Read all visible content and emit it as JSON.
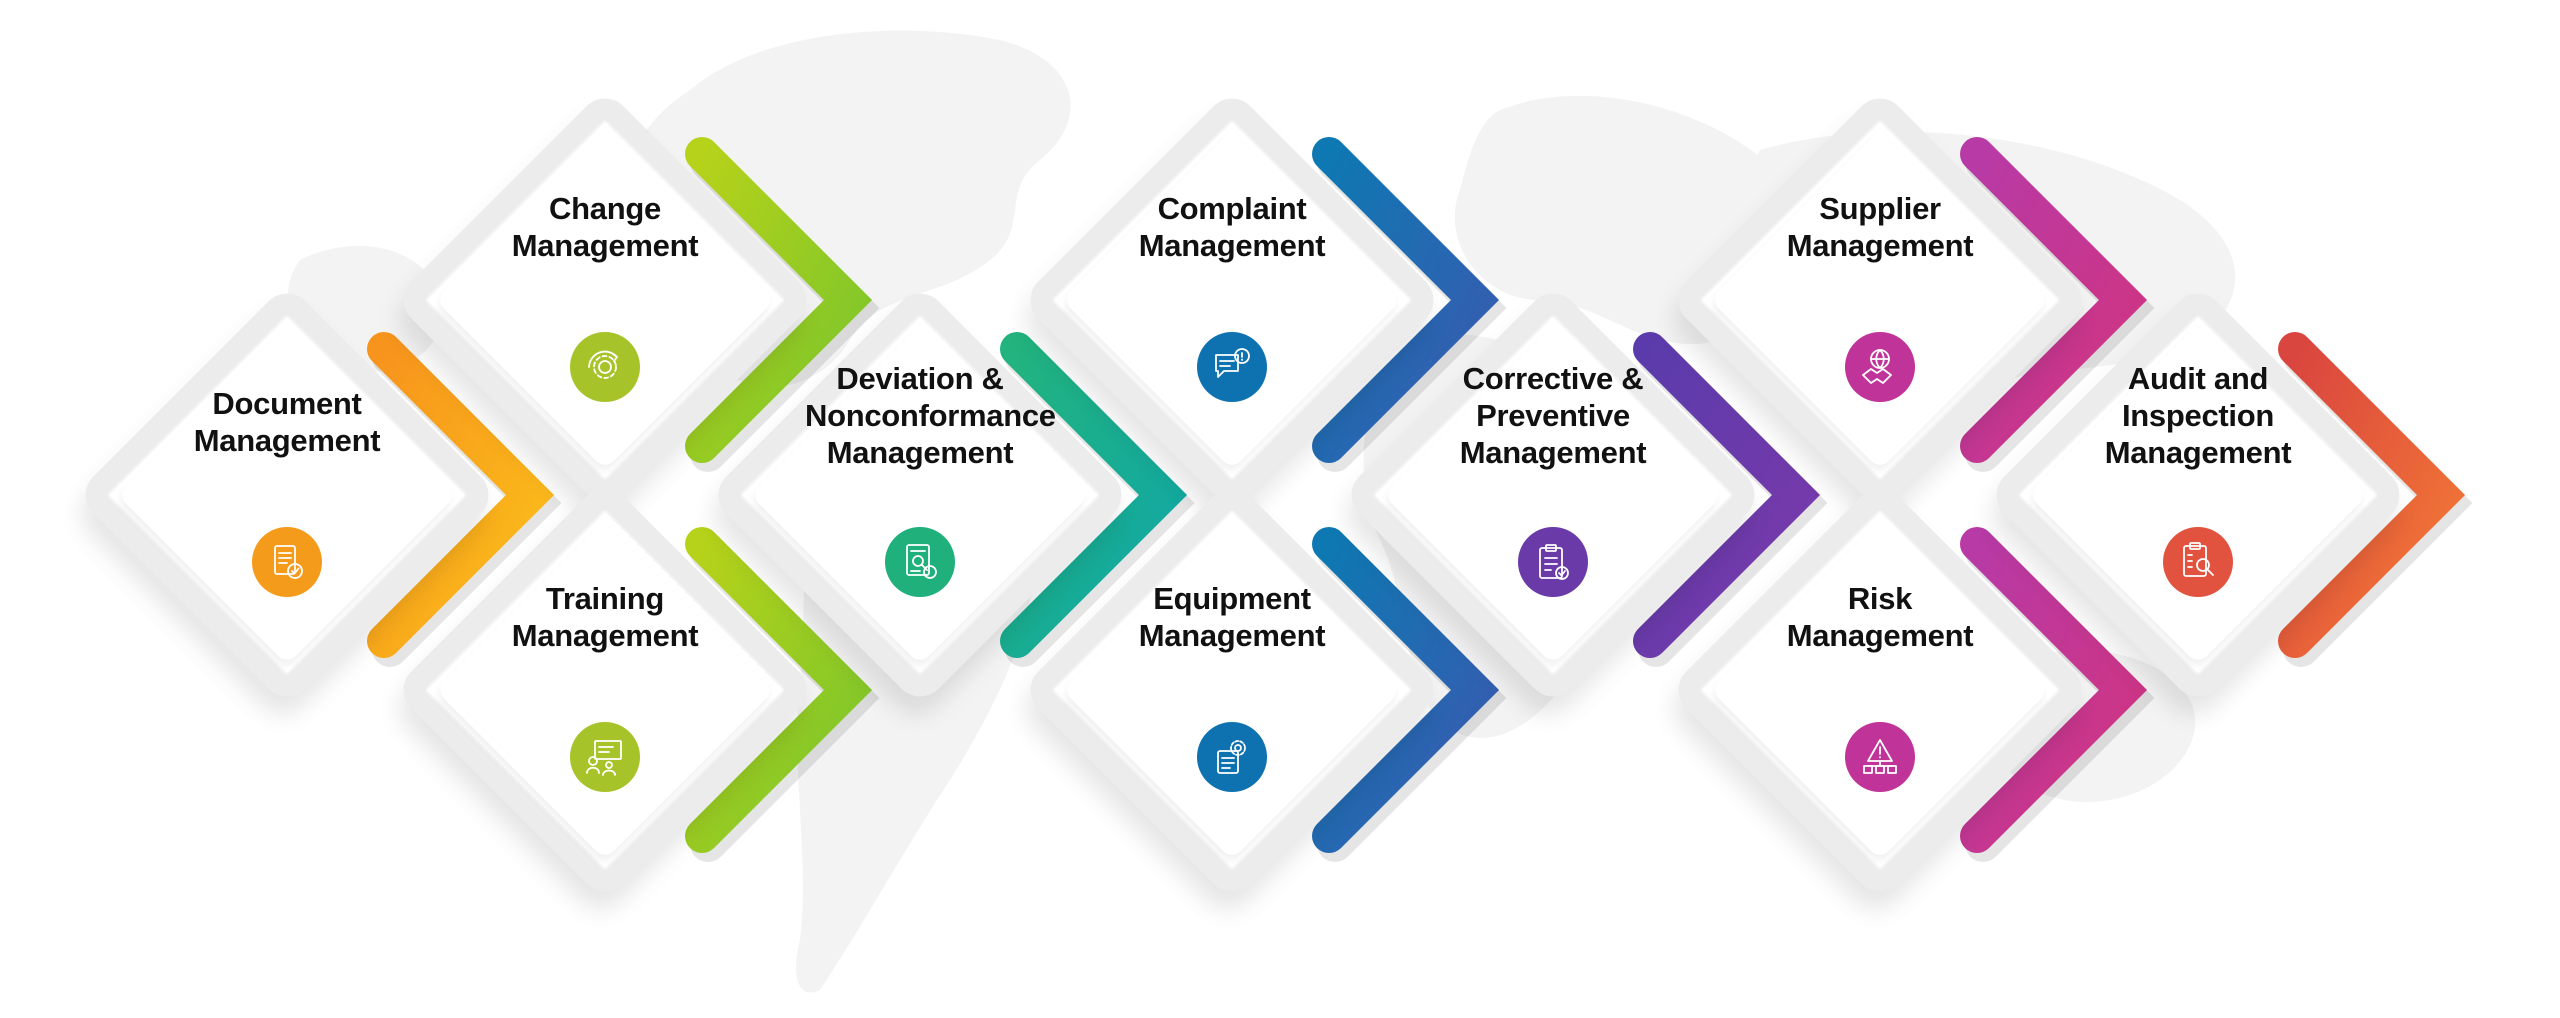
{
  "modules": [
    {
      "id": "document",
      "label": "Document\nManagement",
      "lines": 2,
      "icon": "document-check-icon",
      "icon_color": "#f59b1b",
      "chevron_colors": [
        "#f7941d",
        "#fbbf1a"
      ]
    },
    {
      "id": "change",
      "label": "Change\nManagement",
      "lines": 2,
      "icon": "gear-cycle-icon",
      "icon_color": "#a6c42a",
      "chevron_colors": [
        "#b6d21a",
        "#7ac52c"
      ]
    },
    {
      "id": "training",
      "label": "Training\nManagement",
      "lines": 2,
      "icon": "presentation-icon",
      "icon_color": "#a6c42a",
      "chevron_colors": [
        "#b6d21a",
        "#7ac52c"
      ]
    },
    {
      "id": "deviation",
      "label": "Deviation &\nNonconformance\nManagement",
      "lines": 3,
      "icon": "document-search-icon",
      "icon_color": "#1fb07c",
      "chevron_colors": [
        "#22b37e",
        "#10a7a6"
      ]
    },
    {
      "id": "complaint",
      "label": "Complaint\nManagement",
      "lines": 2,
      "icon": "chat-alert-icon",
      "icon_color": "#0f72b0",
      "chevron_colors": [
        "#0e78b2",
        "#3a5ab0"
      ]
    },
    {
      "id": "equipment",
      "label": "Equipment\nManagement",
      "lines": 2,
      "icon": "equipment-gear-icon",
      "icon_color": "#0f72b0",
      "chevron_colors": [
        "#0e78b2",
        "#3a5ab0"
      ]
    },
    {
      "id": "capa",
      "label": "Corrective &\nPreventive\nManagement",
      "lines": 3,
      "icon": "clipboard-check-icon",
      "icon_color": "#6a3aa8",
      "chevron_colors": [
        "#5b3bab",
        "#7b3aab"
      ]
    },
    {
      "id": "supplier",
      "label": "Supplier\nManagement",
      "lines": 2,
      "icon": "handshake-globe-icon",
      "icon_color": "#c0349a",
      "chevron_colors": [
        "#b73aa6",
        "#d1347f"
      ]
    },
    {
      "id": "risk",
      "label": "Risk\nManagement",
      "lines": 2,
      "icon": "risk-alert-icon",
      "icon_color": "#c0349a",
      "chevron_colors": [
        "#b73aa6",
        "#d1347f"
      ]
    },
    {
      "id": "audit",
      "label": "Audit and\nInspection\nManagement",
      "lines": 3,
      "icon": "audit-magnifier-icon",
      "icon_color": "#e2533f",
      "chevron_colors": [
        "#d9453f",
        "#f47a35"
      ]
    }
  ]
}
